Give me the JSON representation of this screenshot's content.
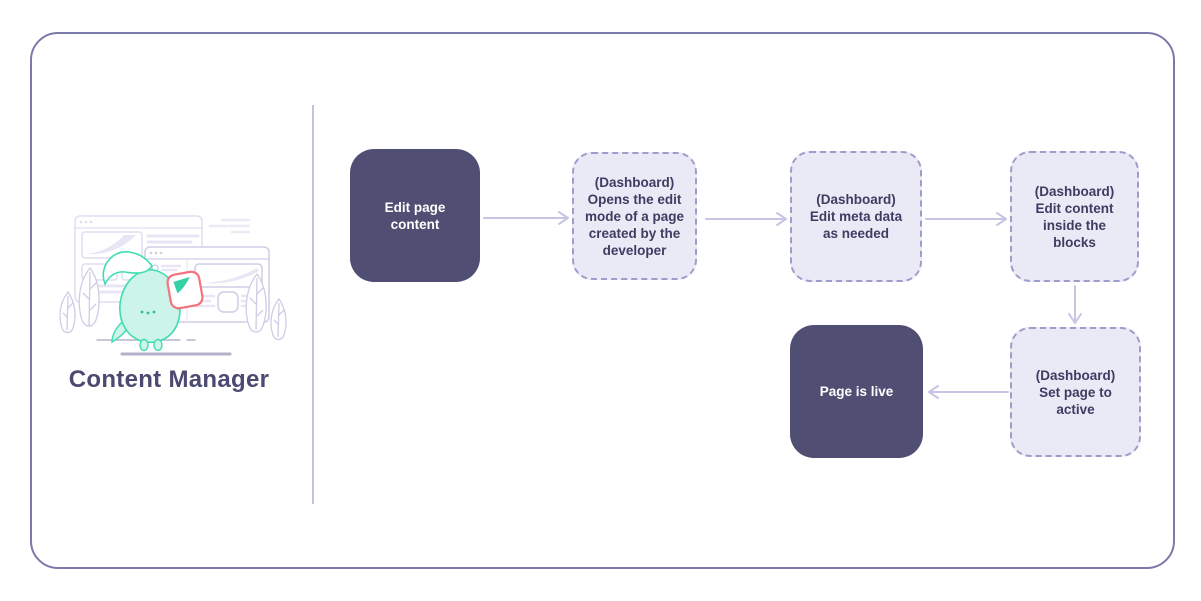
{
  "panel": {
    "title": "Content Manager",
    "illustration_name": "mascot-with-browser-windows-illustration"
  },
  "flowchart": {
    "nodes": [
      {
        "id": "edit-page-content",
        "type": "solid",
        "label": "Edit page\ncontent"
      },
      {
        "id": "open-edit-mode",
        "type": "dashed",
        "label": "(Dashboard)\nOpens the edit\nmode of a page\ncreated by the\ndeveloper"
      },
      {
        "id": "edit-meta-data",
        "type": "dashed",
        "label": "(Dashboard)\nEdit meta data\nas needed"
      },
      {
        "id": "edit-content-blocks",
        "type": "dashed",
        "label": "(Dashboard)\nEdit content\ninside the\nblocks"
      },
      {
        "id": "set-page-active",
        "type": "dashed",
        "label": "(Dashboard)\nSet page to\nactive"
      },
      {
        "id": "page-is-live",
        "type": "solid",
        "label": "Page is live"
      }
    ],
    "connections": [
      {
        "from": "edit-page-content",
        "to": "open-edit-mode",
        "direction": "right"
      },
      {
        "from": "open-edit-mode",
        "to": "edit-meta-data",
        "direction": "right"
      },
      {
        "from": "edit-meta-data",
        "to": "edit-content-blocks",
        "direction": "right"
      },
      {
        "from": "edit-content-blocks",
        "to": "set-page-active",
        "direction": "down"
      },
      {
        "from": "set-page-active",
        "to": "page-is-live",
        "direction": "left"
      }
    ]
  },
  "colors": {
    "card_border": "#7c7aa9",
    "divider": "#c6c5d8",
    "solid_node_bg": "#504f73",
    "solid_node_text": "#ffffff",
    "dashed_node_bg": "#eae9f6",
    "dashed_node_border": "#9e9cca",
    "dashed_node_text": "#3d3d62",
    "arrow": "#c6c5e4",
    "title_text": "#4b4a70",
    "mascot_teal": "#3fdcb0",
    "mascot_fill": "#cdf4e8",
    "held_card_red": "#f4747e",
    "illustration_lavender": "#cfcde6"
  }
}
